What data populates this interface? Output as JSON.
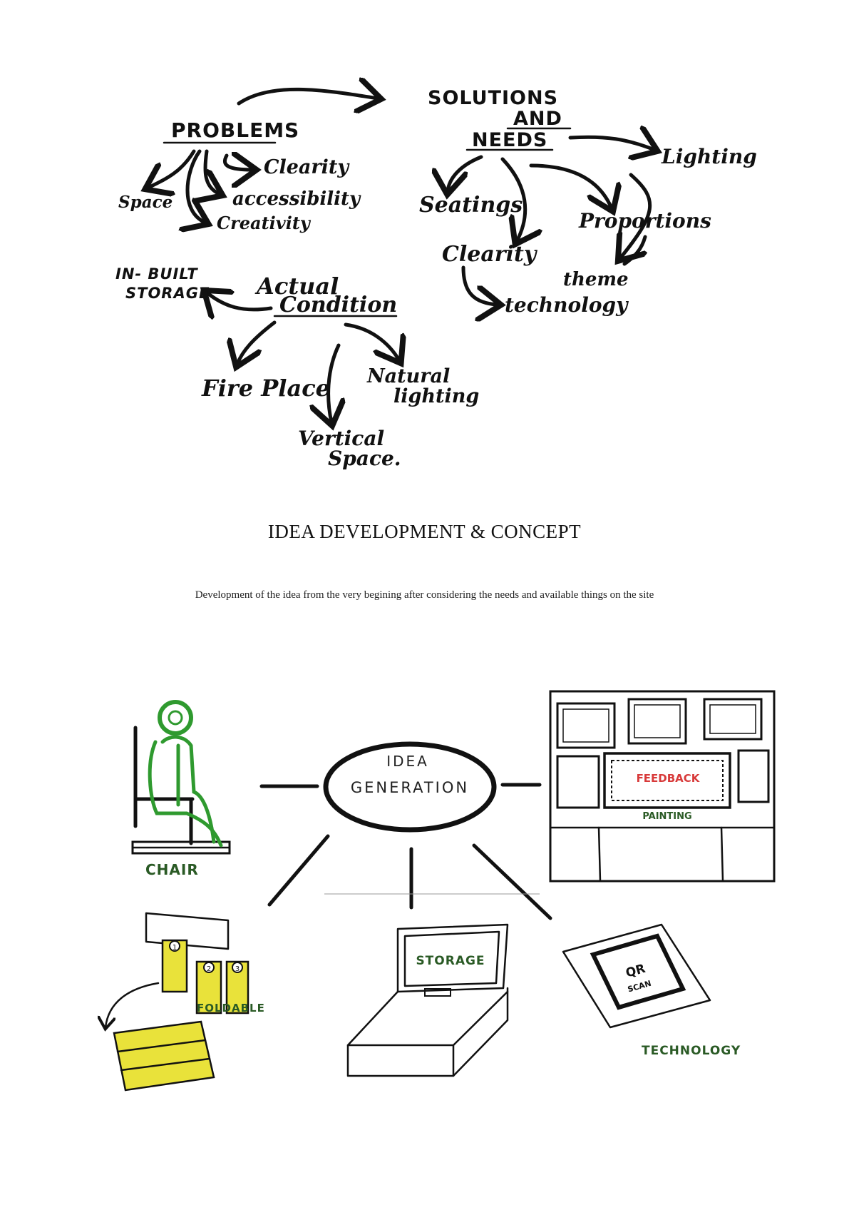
{
  "mindmap": {
    "problems": {
      "title": "PROBLEMS",
      "items": [
        "Clearity",
        "Space",
        "accessibility",
        "Creativity"
      ]
    },
    "solutions": {
      "title_line1": "SOLUTIONS",
      "title_line2": "AND",
      "title_line3": "NEEDS",
      "items": [
        "Lighting",
        "Seatings",
        "Proportions",
        "Clearity",
        "theme",
        "technology"
      ]
    },
    "actual": {
      "title_line1": "Actual",
      "title_line2": "Condition",
      "items": [
        "IN- BUILT",
        "STORAGE",
        "Fire Place",
        "Natural",
        "lighting",
        "Vertical",
        "Space."
      ]
    }
  },
  "heading": "IDEA DEVELOPMENT & CONCEPT",
  "caption": "Development of the idea from the very begining after considering the needs and available things on the site",
  "concept": {
    "center_line1": "IDEA",
    "center_line2": "GENERATION",
    "chair_label": "CHAIR",
    "feedback_label": "FEEDBACK",
    "painting_label": "PAINTING",
    "foldable_label": "FOLDABLE",
    "storage_label": "STORAGE",
    "qr_line1": "QR",
    "qr_line2": "SCAN",
    "technology_label": "TECHNOLOGY",
    "step_numbers": [
      "1",
      "2",
      "3"
    ]
  },
  "colors": {
    "green": "#2f9a2f",
    "yellow": "#e9e23a",
    "red": "#d83a3a",
    "dark_green": "#2a5a25"
  }
}
